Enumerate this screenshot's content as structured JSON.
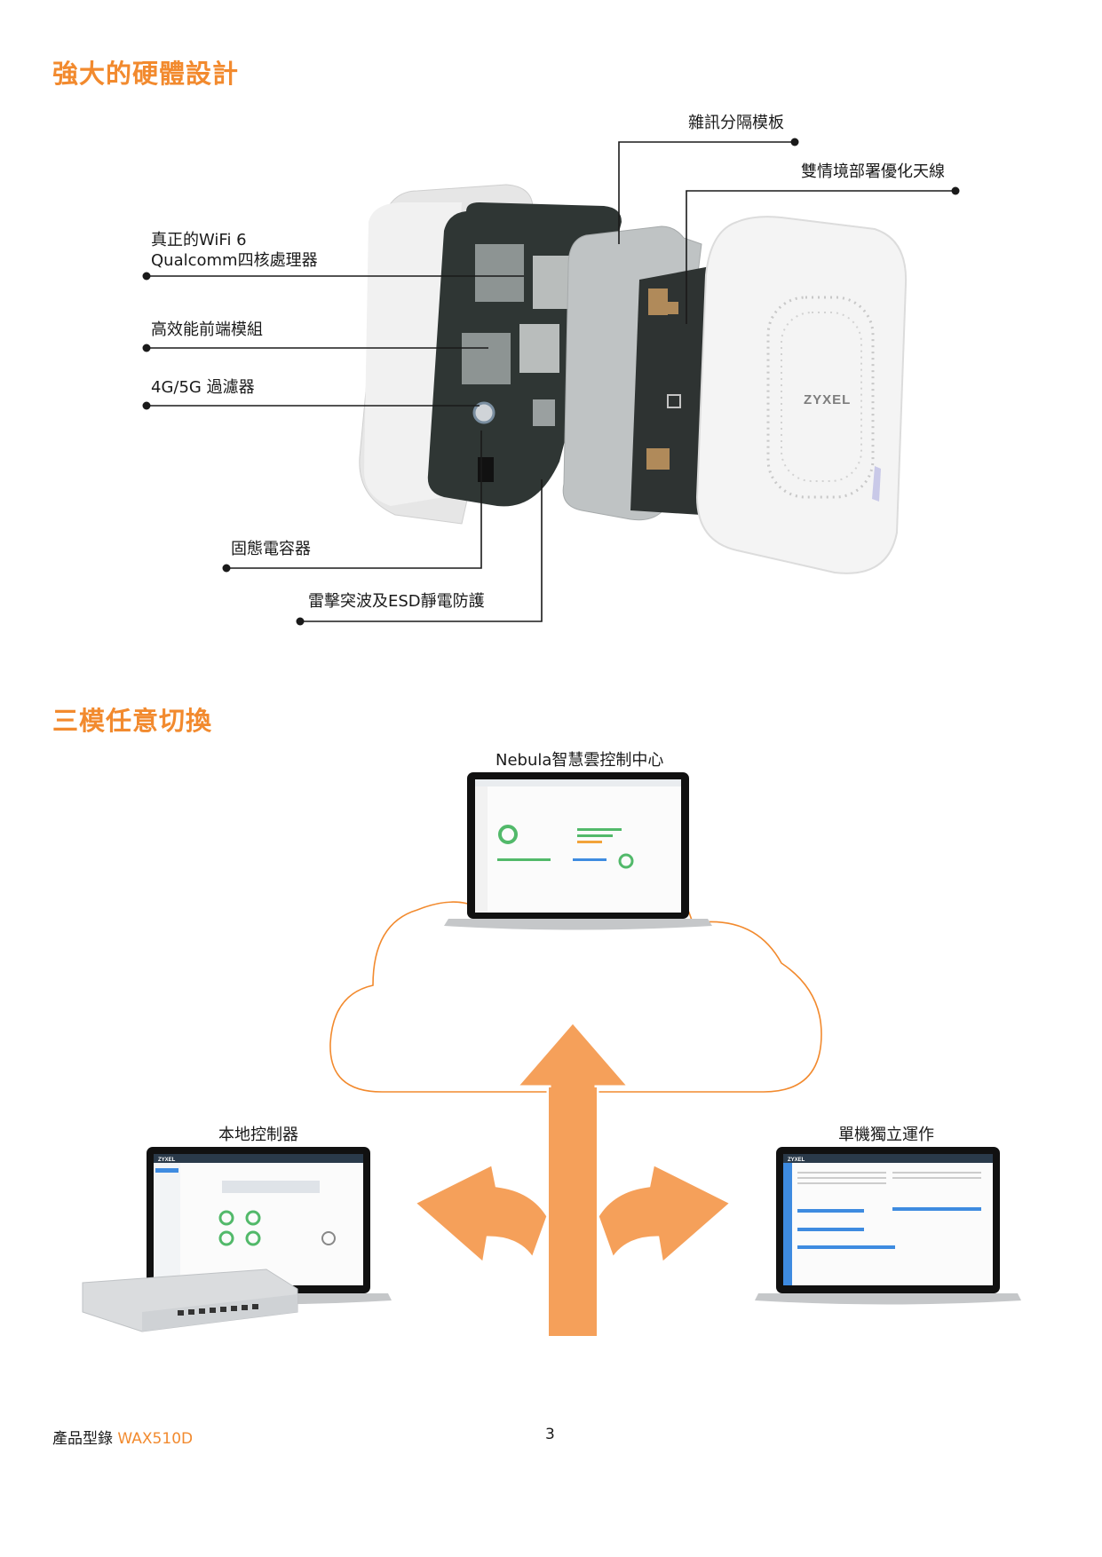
{
  "sections": {
    "hardware_title": "強大的硬體設計",
    "modes_title": "三模任意切換"
  },
  "hardware": {
    "device_brand": "ZYXEL",
    "callouts": {
      "noise_plate": "雜訊分隔模板",
      "antenna": "雙情境部署優化天線",
      "cpu_line1": "真正的WiFi 6",
      "cpu_line2": "Qualcomm四核處理器",
      "frontend": "高效能前端模組",
      "filter": "4G/5G 過濾器",
      "capacitor": "固態電容器",
      "esd": "雷擊突波及ESD靜電防護"
    }
  },
  "modes": {
    "nebula": "Nebula智慧雲控制中心",
    "local": "本地控制器",
    "standalone": "單機獨立運作",
    "screen_brand": "ZYXEL"
  },
  "footer": {
    "catalog": "產品型錄",
    "model": "WAX510D",
    "page": "3"
  },
  "colors": {
    "accent": "#f28a2e",
    "arrow": "#f5a05a",
    "line": "#1a1a1a"
  }
}
